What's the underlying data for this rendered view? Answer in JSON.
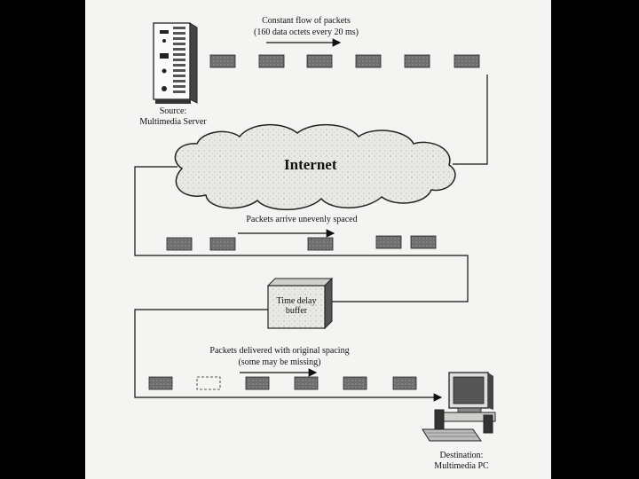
{
  "labels": {
    "top_flow_line1": "Constant flow of packets",
    "top_flow_line2": "(160 data octets every 20 ms)",
    "source": "Source:\nMultimedia Server",
    "internet": "Internet",
    "uneven": "Packets arrive unevenly spaced",
    "buffer": "Time delay\nbuffer",
    "delivered_line1": "Packets delivered with original spacing",
    "delivered_line2": "(some may be missing)",
    "destination": "Destination:\nMultimedia PC"
  },
  "colors": {
    "background": "#000000",
    "paper": "#f4f4f2",
    "packet": "#6e6e6e",
    "line": "#111111"
  }
}
